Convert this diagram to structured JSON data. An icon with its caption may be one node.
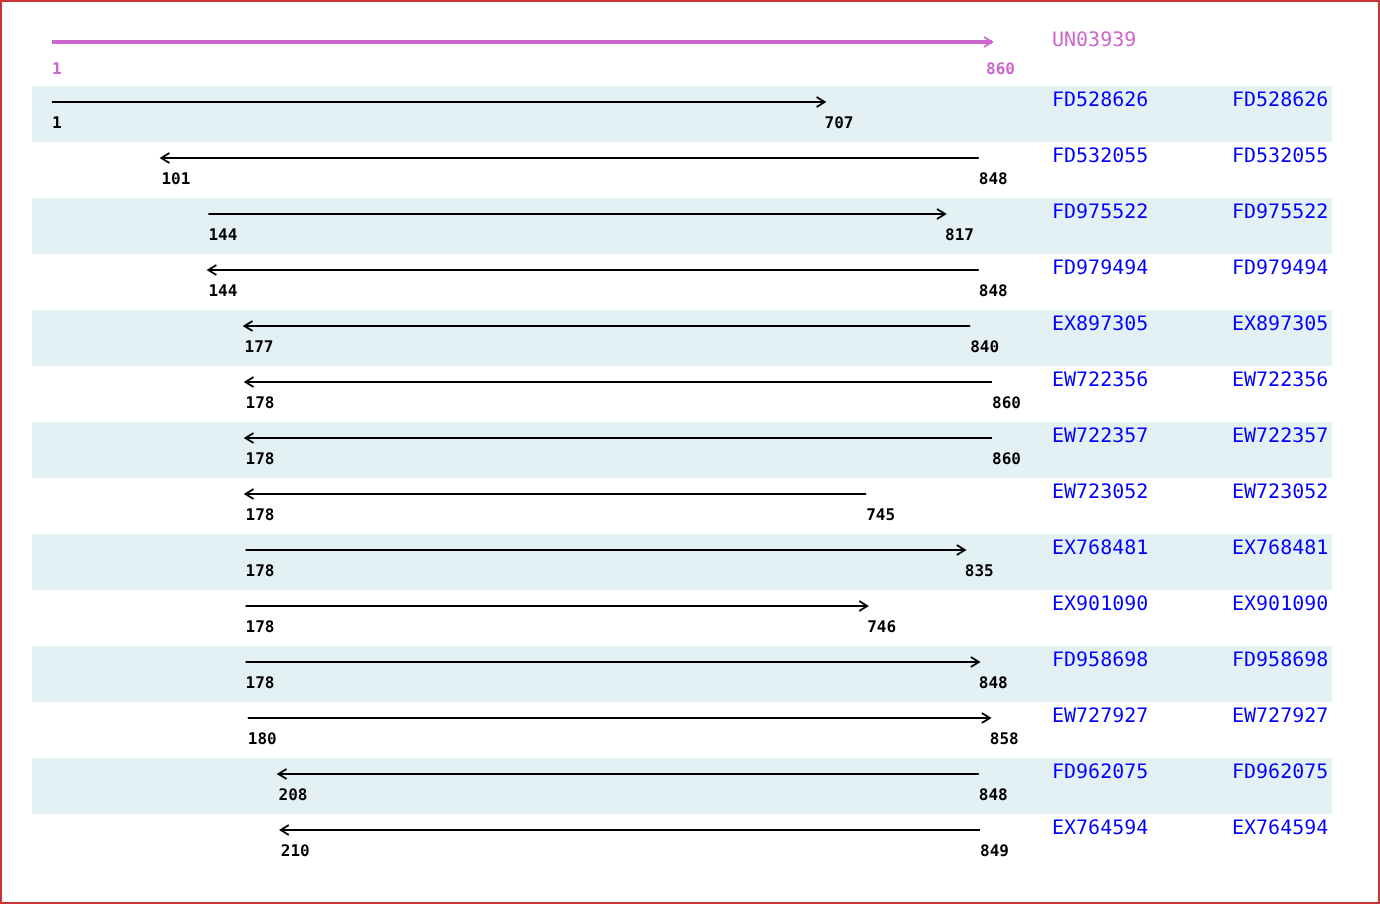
{
  "diagram": {
    "labels": [
      "UN03939",
      "1",
      "860",
      "FD528626",
      "FD528626",
      "1",
      "707",
      "FD532055",
      "FD532055",
      "101",
      "848",
      "FD975522",
      "FD975522",
      "144",
      "817",
      "FD979494",
      "FD979494",
      "144",
      "848",
      "EX897305",
      "EX897305",
      "177",
      "840",
      "EW722356",
      "EW722356",
      "178",
      "860",
      "EW722357",
      "EW722357",
      "178",
      "860",
      "EW723052",
      "EW723052",
      "178",
      "745",
      "EX768481",
      "EX768481",
      "178",
      "835",
      "EX901090",
      "EX901090",
      "178",
      "746",
      "FD958698",
      "FD958698",
      "178",
      "848",
      "EW727927",
      "EW727927",
      "180",
      "858",
      "FD962075",
      "FD962075",
      "208",
      "848",
      "EX764594",
      "EX764594",
      "210",
      "849"
    ]
  }
}
